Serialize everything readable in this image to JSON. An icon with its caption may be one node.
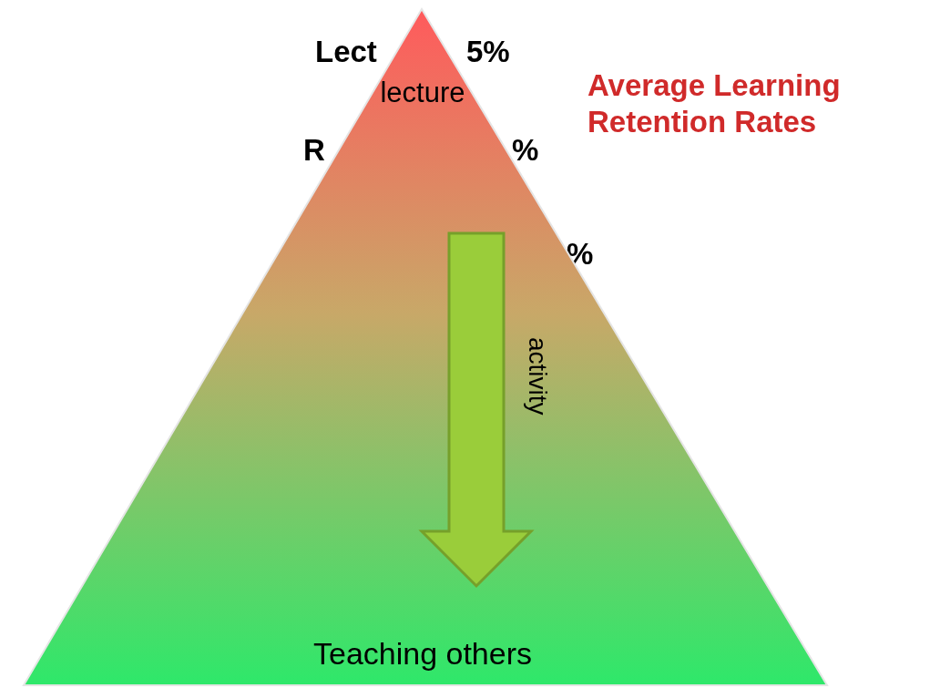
{
  "diagram": {
    "title": "Average Learning Retention Rates",
    "nodes": [
      {
        "text": [
          "lecture",
          "Teaching others"
        ]
      }
    ],
    "labels": [
      "Lect",
      "5%",
      "R",
      "%",
      "%",
      "activity"
    ]
  }
}
